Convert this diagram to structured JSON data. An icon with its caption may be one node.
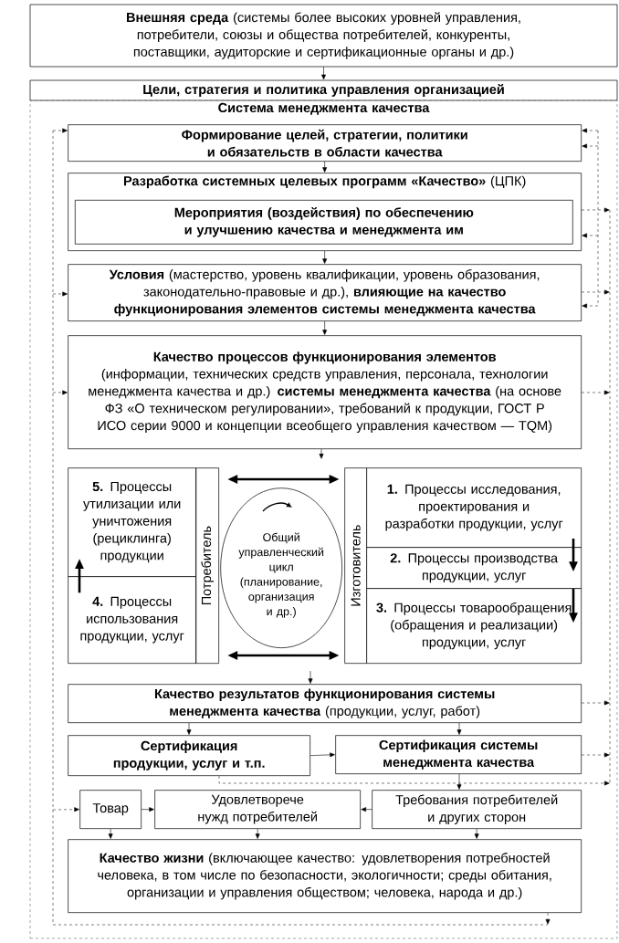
{
  "diagram": {
    "nodes": [
      {
        "text": [
          "**Внешняя среда** (системы более высоких уровней управления, потребители, союзы и общества потребителей, конкуренты, поставщики, аудиторские и сертификационные органы и др.)"
        ]
      },
      {
        "text": [
          "Цели, стратегия и политика управления организацией"
        ]
      },
      {
        "text": [
          "Система менеджмента качества"
        ]
      },
      {
        "text": [
          "Формирование целей, стратегии, политики и обязательств в области качества"
        ],
        "in": 2
      },
      {
        "text": [
          "**Разработка системных целевых программ «Качество»** (ЦПК)"
        ],
        "in": 2
      },
      {
        "text": [
          "Мероприятия (воздействия) по обеспечению и улучшению качества и менеджмента им"
        ],
        "in": 4
      },
      {
        "text": [
          "**Условия** (мастерство, уровень квалификации, уровень образования, законодательно-правовые и др.), **влияющие на качество функционирования элементов системы менеджмента качества**"
        ],
        "in": 2
      },
      {
        "text": [
          "**Качество процессов функционирования элементов**",
          "(информации, технических средств управления, персонала, технологии менеджмента качества и др.) **системы менеджмента качества** (на основе ФЗ «О техническом регулировании», требований к продукции, ГОСТ Р ИСО серии 9000 и концепции всеобщего управления качеством — TQM)"
        ],
        "in": 2
      },
      {
        "text": [
          "**5.** Процессы утилизации или уничтожения (рециклинга) продукции"
        ],
        "in": 2
      },
      {
        "text": [
          "**4.** Процессы использования продукции, услуг"
        ],
        "in": 2
      },
      {
        "text": [
          "Потребитель"
        ],
        "in": 2
      },
      {
        "text": [
          "Общий управленческий цикл (планирование, организация и др.)"
        ],
        "in": 2
      },
      {
        "text": [
          "Изготовитель"
        ],
        "in": 2
      },
      {
        "text": [
          "**1.** Процессы исследования, проектирования и разработки продукции, услуг"
        ],
        "in": 2
      },
      {
        "text": [
          "**2.** Процессы производства продукции, услуг"
        ],
        "in": 2
      },
      {
        "text": [
          "**3.** Процессы товарообращения (обращения и реализации) продукции, услуг"
        ],
        "in": 2
      },
      {
        "text": [
          "**Качество результатов функционирования системы менеджмента качества** (продукции, услуг, работ)"
        ],
        "in": 2
      },
      {
        "text": [
          "Сертификация продукции, услуг и т.п."
        ],
        "in": 2
      },
      {
        "text": [
          "Сертификация системы менеджмента качества"
        ],
        "in": 2
      },
      {
        "text": [
          "Товар"
        ],
        "in": 2
      },
      {
        "text": [
          "Удовлетворече нужд потребителей"
        ],
        "in": 2
      },
      {
        "text": [
          "Требования потребителей и других сторон"
        ],
        "in": 2
      },
      {
        "text": [
          "**Качество жизни** (включающее качество: удовлетворения потребностей человека, в том числе по безопасности, экологичности; среды обитания, организации и управления обществом; человека, народа и др.)"
        ],
        "in": 2
      }
    ],
    "edges": [
      {
        "from": 0,
        "to": 1,
        "arrow": "to"
      },
      {
        "from": 3,
        "to": 4,
        "arrow": "to"
      },
      {
        "from": 4,
        "to": 6,
        "arrow": "to"
      },
      {
        "from": 6,
        "to": 7,
        "arrow": "to"
      },
      {
        "from": 7,
        "to": null,
        "arrow": "to"
      },
      {
        "from": 10,
        "to": 12,
        "arrow": "both",
        "style": "thick"
      },
      {
        "from": 10,
        "to": 12,
        "arrow": "both",
        "style": "thick"
      },
      {
        "from": 13,
        "to": 14,
        "arrow": "to",
        "style": "thick"
      },
      {
        "from": 14,
        "to": 15,
        "arrow": "to",
        "style": "thick"
      },
      {
        "from": 9,
        "to": 8,
        "arrow": "to",
        "style": "thick"
      },
      {
        "from": null,
        "to": 16,
        "arrow": "to"
      },
      {
        "from": 16,
        "to": 17,
        "arrow": "to"
      },
      {
        "from": 16,
        "to": 18,
        "arrow": "to"
      },
      {
        "from": 17,
        "to": 18,
        "arrow": "to"
      },
      {
        "from": 18,
        "to": 21,
        "arrow": "to"
      },
      {
        "from": 21,
        "to": 20,
        "arrow": "to"
      },
      {
        "from": 19,
        "to": 20,
        "arrow": "to"
      },
      {
        "from": 19,
        "to": 22,
        "arrow": "to"
      },
      {
        "from": 20,
        "to": 22,
        "arrow": "to"
      },
      {
        "from": 21,
        "to": 22,
        "arrow": "to"
      },
      {
        "from": null,
        "to": 3,
        "arrow": "to",
        "style": "dashed"
      },
      {
        "from": null,
        "to": 6,
        "arrow": "to",
        "style": "dashed"
      },
      {
        "from": null,
        "to": 7,
        "arrow": "to",
        "style": "dashed"
      },
      {
        "from": null,
        "to": 19,
        "arrow": "to",
        "style": "dashed"
      },
      {
        "from": null,
        "to": 3,
        "arrow": "to",
        "style": "dashed"
      },
      {
        "from": null,
        "to": 3,
        "arrow": "to",
        "style": "dashed"
      },
      {
        "from": null,
        "to": 4,
        "arrow": "to",
        "style": "dashed"
      },
      {
        "from": null,
        "to": 6,
        "arrow": "to",
        "style": "dashed"
      },
      {
        "from": 4,
        "to": null,
        "arrow": "to",
        "style": "dashed"
      },
      {
        "from": 6,
        "to": null,
        "arrow": "to",
        "style": "dashed"
      },
      {
        "from": 7,
        "to": null,
        "arrow": "to",
        "style": "dashed"
      },
      {
        "from": 16,
        "to": null,
        "arrow": "to",
        "style": "dashed"
      },
      {
        "from": 18,
        "to": null,
        "arrow": "to",
        "style": "dashed"
      },
      {
        "from": 17,
        "to": null,
        "arrow": "to",
        "style": "dashed"
      },
      {
        "from": 22,
        "to": null,
        "arrow": "to",
        "style": "dashed"
      }
    ]
  }
}
